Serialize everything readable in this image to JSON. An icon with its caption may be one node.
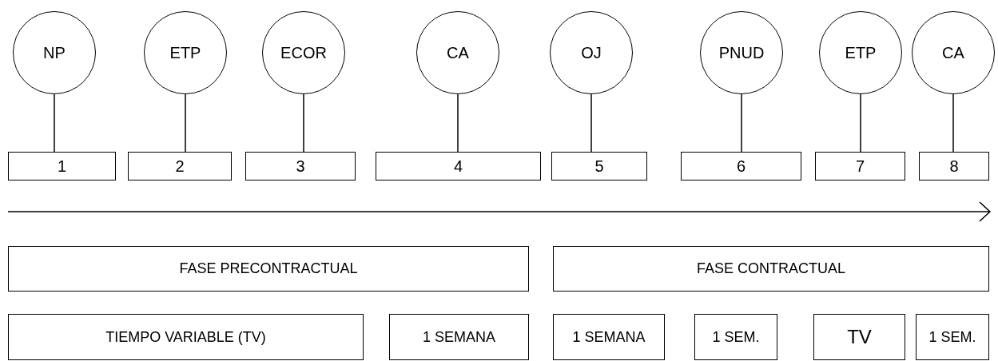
{
  "diagram": {
    "nodes": [
      {
        "text": [
          "NP"
        ]
      },
      {
        "text": [
          "ETP"
        ]
      },
      {
        "text": [
          "ECOR"
        ]
      },
      {
        "text": [
          "CA"
        ]
      },
      {
        "text": [
          "OJ"
        ]
      },
      {
        "text": [
          "PNUD"
        ]
      },
      {
        "text": [
          "ETP"
        ]
      },
      {
        "text": [
          "CA"
        ]
      },
      {
        "text": [
          "1"
        ]
      },
      {
        "text": [
          "2"
        ]
      },
      {
        "text": [
          "3"
        ]
      },
      {
        "text": [
          "4"
        ]
      },
      {
        "text": [
          "5"
        ]
      },
      {
        "text": [
          "6"
        ]
      },
      {
        "text": [
          "7"
        ]
      },
      {
        "text": [
          "8"
        ]
      },
      {
        "text": [
          "FASE PRECONTRACTUAL"
        ]
      },
      {
        "text": [
          "FASE CONTRACTUAL"
        ]
      },
      {
        "text": [
          "TIEMPO VARIABLE (TV)"
        ]
      },
      {
        "text": [
          "1 SEMANA"
        ]
      },
      {
        "text": [
          "1 SEMANA"
        ]
      },
      {
        "text": [
          "1 SEM."
        ]
      },
      {
        "text": [
          "TV"
        ]
      },
      {
        "text": [
          "1 SEM."
        ]
      }
    ],
    "edges": [
      {
        "from": 0,
        "to": 8,
        "arrow": "none"
      },
      {
        "from": 1,
        "to": 9,
        "arrow": "none"
      },
      {
        "from": 2,
        "to": 10,
        "arrow": "none"
      },
      {
        "from": 3,
        "to": 11,
        "arrow": "none"
      },
      {
        "from": 4,
        "to": 12,
        "arrow": "none"
      },
      {
        "from": 5,
        "to": 13,
        "arrow": "none"
      },
      {
        "from": 6,
        "to": 14,
        "arrow": "none"
      },
      {
        "from": 7,
        "to": 15,
        "arrow": "none"
      }
    ]
  }
}
